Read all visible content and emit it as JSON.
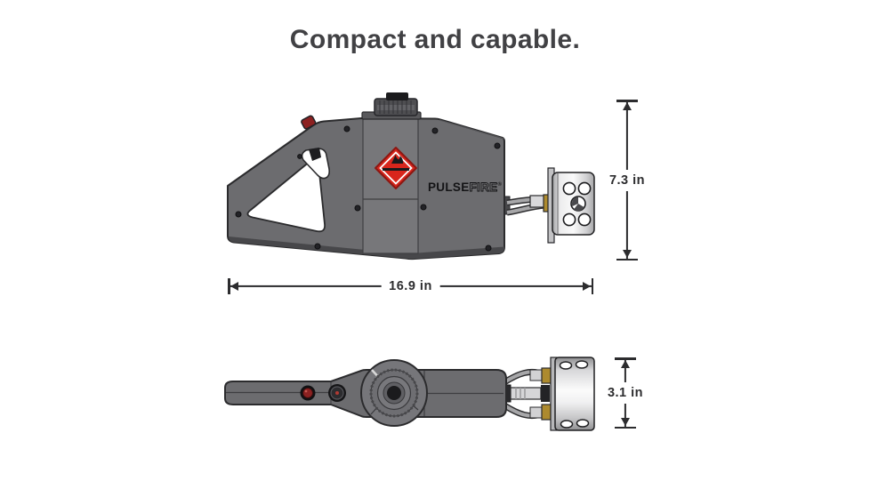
{
  "title": "Compact and capable.",
  "brand": {
    "solid": "PULSE",
    "outline": "FIRE",
    "reg": "®"
  },
  "dimensions": {
    "height": "7.3 in",
    "length": "16.9 in",
    "depth": "3.1 in"
  },
  "icons": {
    "hazard": "flammable-placard-icon",
    "dimension_arrow": "double-ended-arrow-icon"
  },
  "colors": {
    "background": "#ffffff",
    "title_ink": "#414144",
    "dimension_ink": "#2c2c2e",
    "body_gray": "#6c6c6f",
    "panel_gray": "#77777a",
    "hazard_red": "#d8261c",
    "metal_silver": "#d9d9db",
    "brass": "#ad8a2e",
    "button_red": "#8c2121"
  }
}
